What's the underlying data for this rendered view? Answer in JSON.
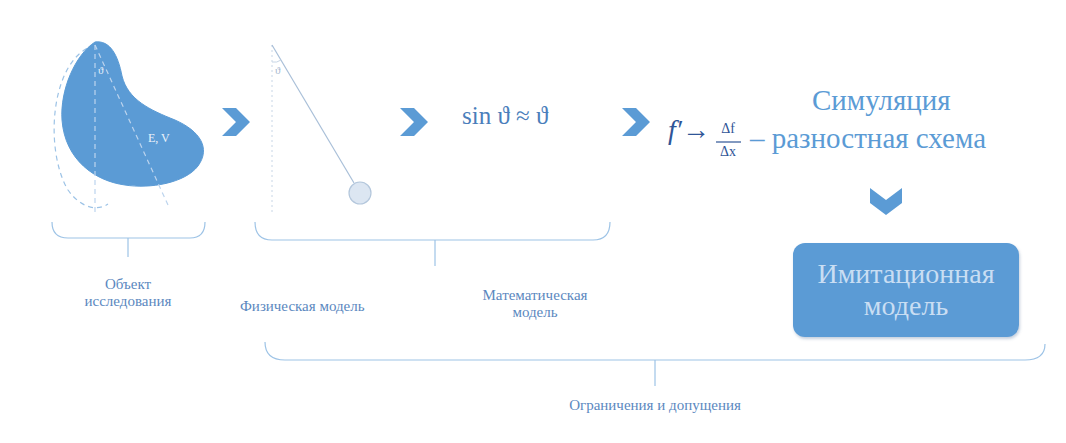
{
  "diagram": {
    "nodes": [
      {
        "text": [
          "Имитационная модель"
        ]
      }
    ],
    "labels": [
      "ϑ",
      "E, V",
      "ϑ",
      "sin ϑ ≈ ϑ",
      "f′→",
      "Δf",
      "Δx",
      "Симуляция",
      "– разностная схема",
      "Объект исследования",
      "Физическая модель",
      "Математическая модель",
      "Ограничения и допущения"
    ]
  }
}
